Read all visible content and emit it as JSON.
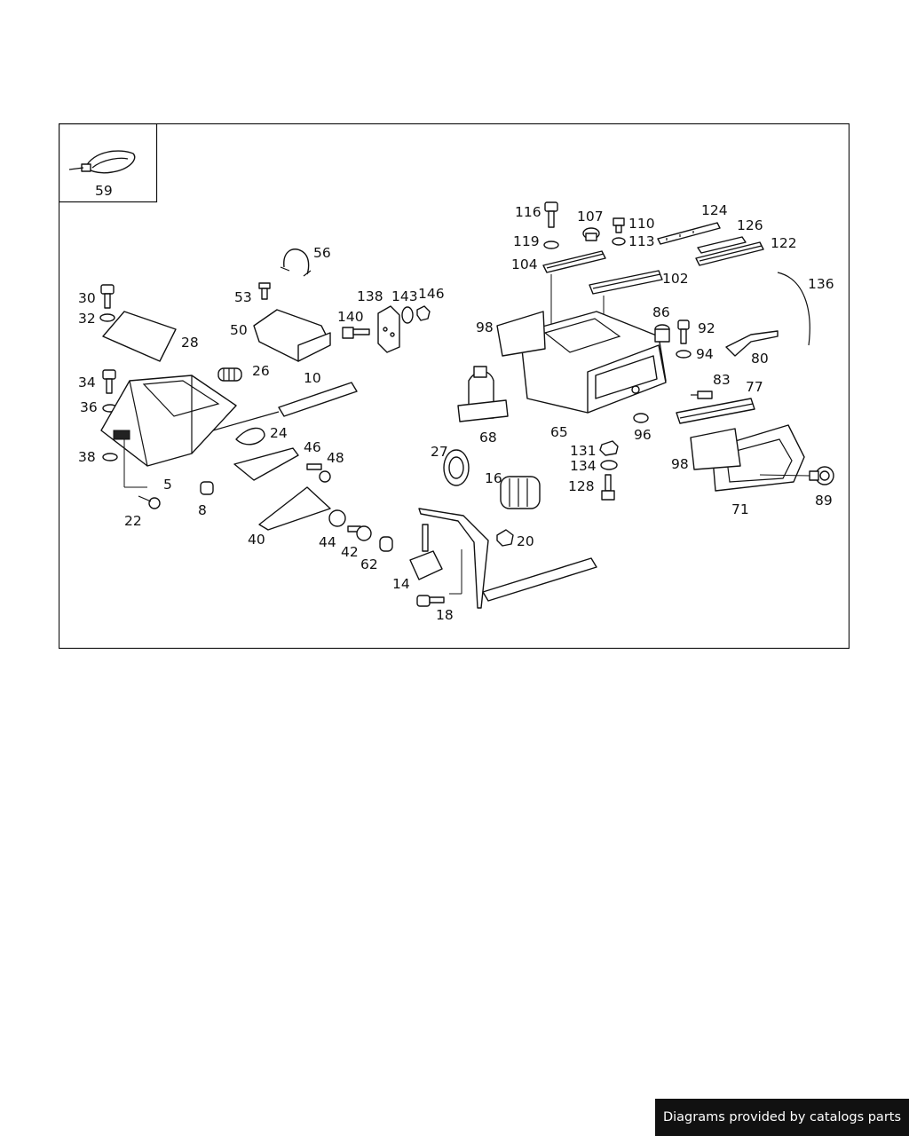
{
  "inset_label": "59",
  "labels": {
    "l116": "116",
    "l107": "107",
    "l110": "110",
    "l124": "124",
    "l126": "126",
    "l119": "119",
    "l113": "113",
    "l122": "122",
    "l104": "104",
    "l102": "102",
    "l136": "136",
    "l56": "56",
    "l53": "53",
    "l138": "138",
    "l143": "143",
    "l146": "146",
    "l30": "30",
    "l32": "32",
    "l140": "140",
    "l50": "50",
    "l98a": "98",
    "l86": "86",
    "l92": "92",
    "l94": "94",
    "l80": "80",
    "l28": "28",
    "l26": "26",
    "l10": "10",
    "l34": "34",
    "l36": "36",
    "l83": "83",
    "l77": "77",
    "l65": "65",
    "l96": "96",
    "l24": "24",
    "l68": "68",
    "l46": "46",
    "l48": "48",
    "l38": "38",
    "l27": "27",
    "l131": "131",
    "l134": "134",
    "l98b": "98",
    "l5": "5",
    "l16": "16",
    "l128": "128",
    "l71": "71",
    "l89": "89",
    "l22": "22",
    "l8": "8",
    "l20": "20",
    "l40": "40",
    "l44": "44",
    "l42": "42",
    "l62": "62",
    "l14": "14",
    "l18": "18"
  },
  "footer": {
    "credit": "Diagrams provided by catalogs parts"
  }
}
